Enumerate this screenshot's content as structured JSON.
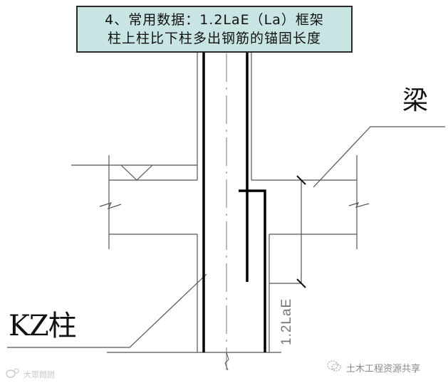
{
  "title": {
    "line1": "4、常用数据：1.2LaE（La）框架",
    "line2": "柱上柱比下柱多出钢筋的锚固长度",
    "background_color": "#c8e5e4"
  },
  "labels": {
    "beam": "梁",
    "column": "KZ柱",
    "dimension": "1.2LaE"
  },
  "watermarks": {
    "left": "大眾問問",
    "right": "土木工程资源共享"
  },
  "colors": {
    "line": "#555555",
    "rebar": "#000000",
    "text": "#111111"
  }
}
